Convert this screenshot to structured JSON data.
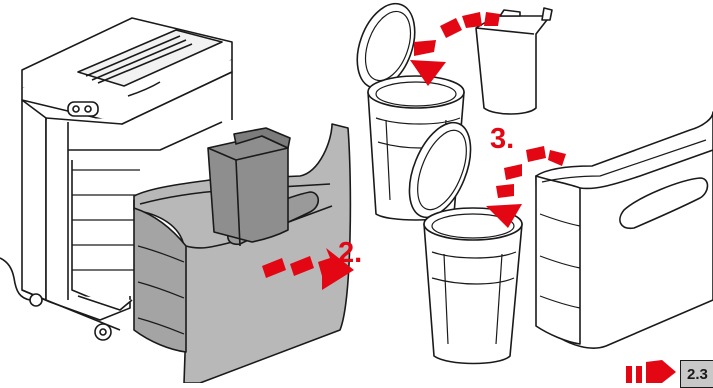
{
  "steps": [
    {
      "label": "2."
    },
    {
      "label": "3."
    }
  ],
  "page_ref": {
    "label": "2.3"
  },
  "icons": [
    "paper-shredder",
    "waste-bin",
    "waste-container",
    "bin-insert",
    "step-arrow",
    "next-page-arrow"
  ],
  "colors": {
    "accent": "#e30613",
    "line": "#1a1a1a",
    "bin_fill": "#b8b8b8",
    "ref_box": "#c8c8c8",
    "background": "#ffffff"
  }
}
